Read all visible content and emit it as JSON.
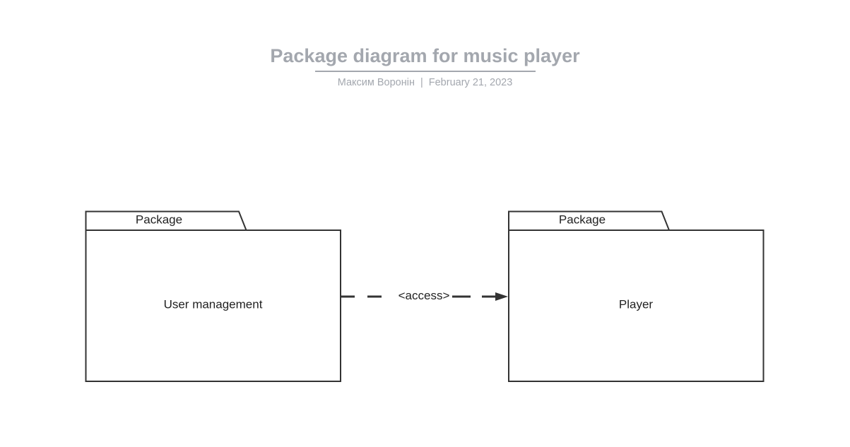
{
  "header": {
    "title": "Package diagram for music player",
    "author": "Максим Воронін",
    "separator": "|",
    "date": "February 21, 2023"
  },
  "packages": [
    {
      "tab_label": "Package",
      "name": "User management"
    },
    {
      "tab_label": "Package",
      "name": "Player"
    }
  ],
  "relationship": {
    "label": "<access>",
    "style": "dashed-arrow",
    "from": "User management",
    "to": "Player"
  },
  "colors": {
    "header_text": "#a3a7ae",
    "stroke": "#333333",
    "text": "#222222",
    "background": "#ffffff"
  }
}
